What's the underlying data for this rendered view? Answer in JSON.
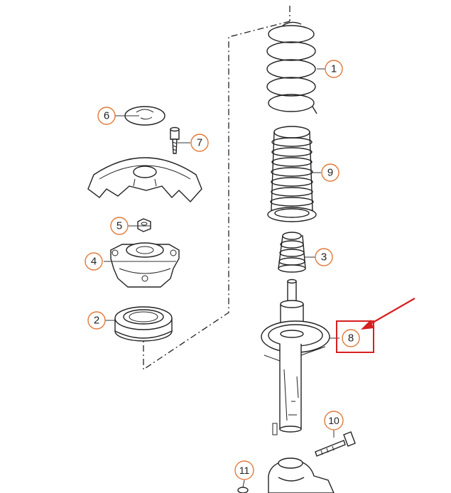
{
  "callouts": [
    {
      "id": "1",
      "label": "1"
    },
    {
      "id": "2",
      "label": "2"
    },
    {
      "id": "3",
      "label": "3"
    },
    {
      "id": "4",
      "label": "4"
    },
    {
      "id": "5",
      "label": "5"
    },
    {
      "id": "6",
      "label": "6"
    },
    {
      "id": "7",
      "label": "7"
    },
    {
      "id": "8",
      "label": "8"
    },
    {
      "id": "9",
      "label": "9"
    },
    {
      "id": "10",
      "label": "10"
    },
    {
      "id": "11",
      "label": "11"
    }
  ],
  "highlight": {
    "target": "8",
    "color": "#d62020"
  },
  "colors": {
    "callout_ring": "#e07a3a",
    "linework": "#222222",
    "highlight": "#d62020"
  }
}
